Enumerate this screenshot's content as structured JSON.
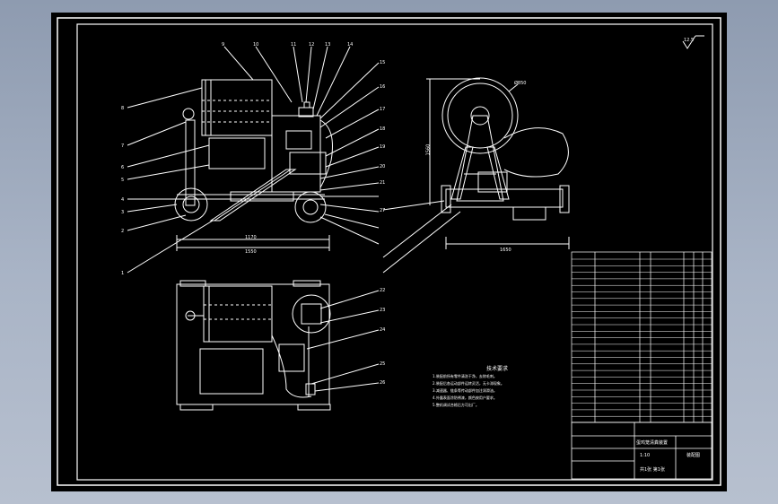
{
  "viewport": {
    "background": "#000000",
    "line_color": "#ffffff",
    "desktop_color": "#9aa6b8"
  },
  "drawing": {
    "roughness_mark": "12.5",
    "side_view_dims": {
      "overall_width": "1170",
      "base_width": "1550"
    },
    "end_view_dims": {
      "height": "1560",
      "width": "1650",
      "radius": "Ø850"
    },
    "part_numbers_side": [
      "1",
      "2",
      "3",
      "4",
      "5",
      "6",
      "7",
      "8",
      "9",
      "10",
      "11",
      "12",
      "13",
      "14",
      "15",
      "16",
      "17",
      "18",
      "19",
      "20",
      "21"
    ],
    "part_numbers_plan": [
      "22",
      "23",
      "24",
      "25",
      "26",
      "27"
    ],
    "tech_req_title": "技术要求",
    "tech_requirements": [
      "1.装配前所有零件清洗干净，去除毛刺。",
      "2.装配后各运动部件运转灵活，无卡滞现象。",
      "3.减速器、链条等传动部件加注润滑油。",
      "4.外露表面涂防锈漆，颜色按用户要求。",
      "5.整机调试合格后方可出厂。"
    ],
    "title_block": {
      "drawing_name": "蛋鸡笼清粪装置",
      "scale": "1:10",
      "sheet": "共1张 第1张",
      "material_note": "装配图"
    }
  }
}
